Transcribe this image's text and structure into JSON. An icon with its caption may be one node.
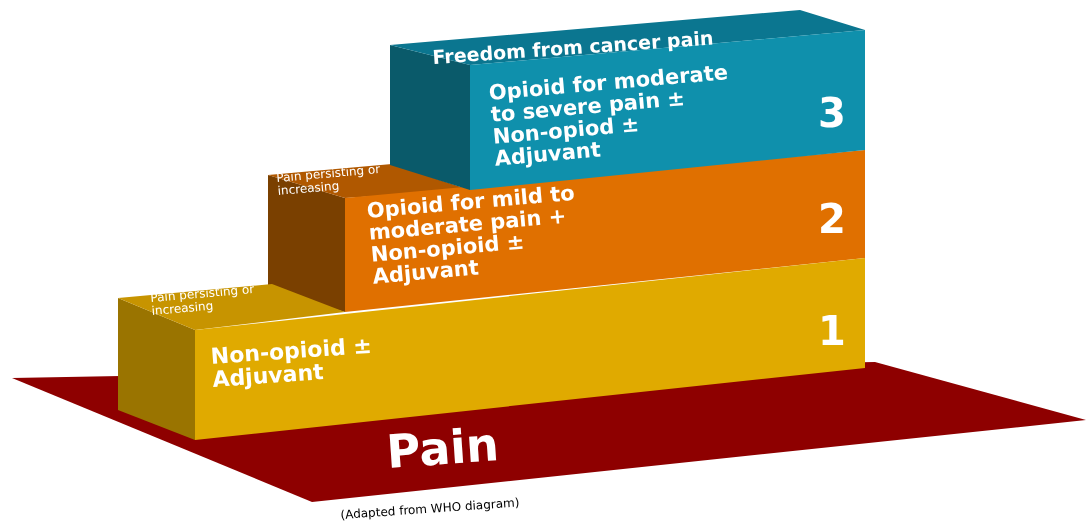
{
  "diagram": {
    "caption": "(Adapted from WHO diagram)",
    "nodes": [
      {
        "text": [
          "Pain"
        ]
      },
      {
        "text": [
          "Pain persisting or increasing",
          "Non-opioid ± Adjuvant",
          "1"
        ]
      },
      {
        "text": [
          "Pain persisting or increasing",
          "Opioid for mild to moderate pain + Non-opioid ± Adjuvant",
          "2"
        ]
      },
      {
        "text": [
          "Freedom from cancer pain",
          "Opioid for moderate to severe pain ± Non-opiod ± Adjuvant",
          "3"
        ]
      }
    ]
  }
}
